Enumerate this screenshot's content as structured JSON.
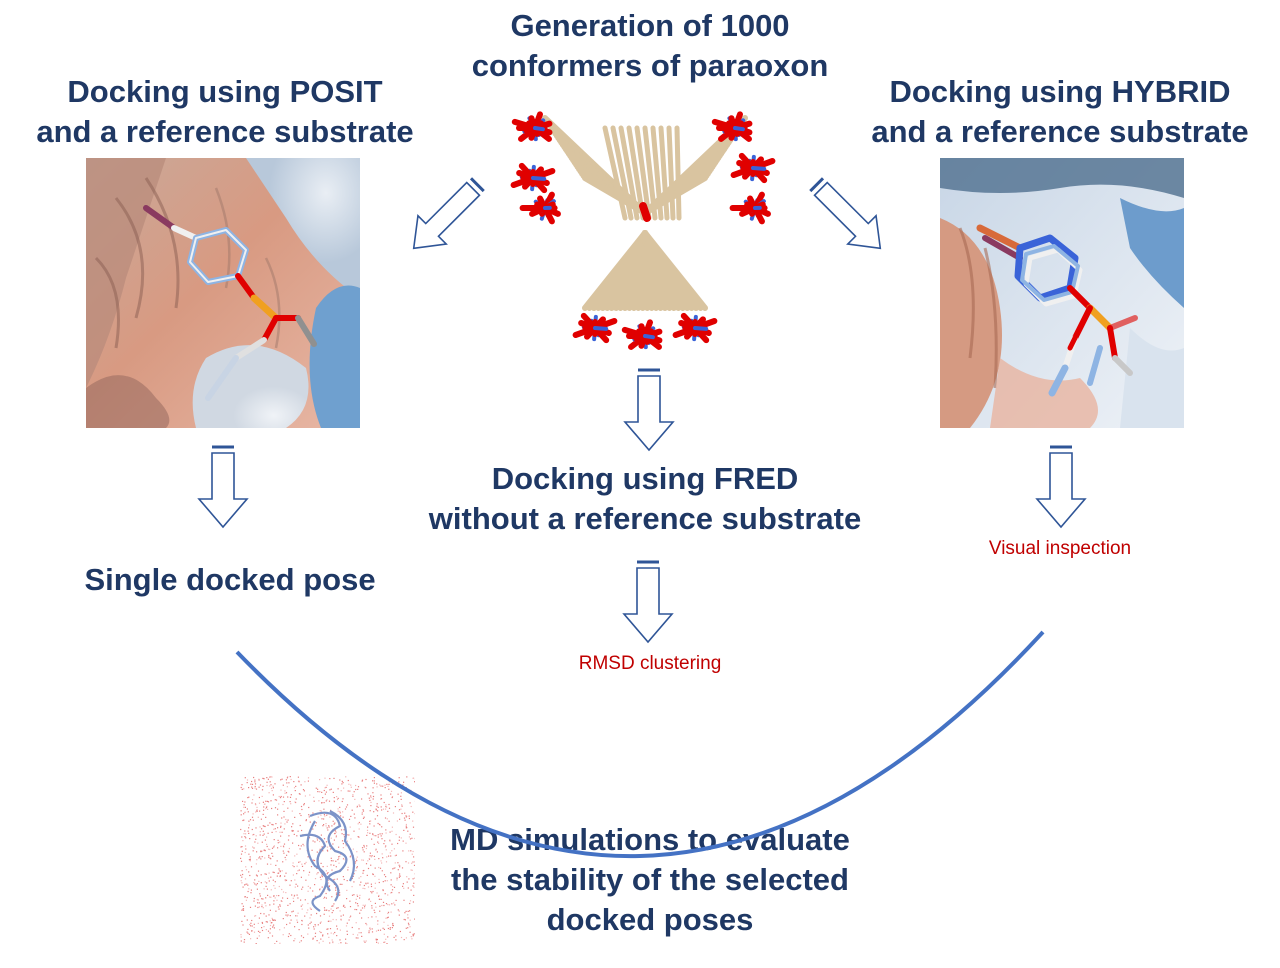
{
  "top": {
    "title": "Generation of 1000\nconformers of paraoxon"
  },
  "left_branch": {
    "title": "Docking using POSIT\nand a reference substrate",
    "result": "Single docked pose"
  },
  "center_branch": {
    "title": "Docking using FRED\nwithout a reference substrate",
    "note": "RMSD clustering"
  },
  "right_branch": {
    "title": "Docking using HYBRID\nand a reference substrate",
    "note": "Visual inspection"
  },
  "bottom": {
    "title": "MD simulations to evaluate\nthe stability of the selected\ndocked poses"
  },
  "colors": {
    "title": "#1f3864",
    "note": "#c00000",
    "arrow_stroke": "#2f5597",
    "arc": "#4472c4",
    "surface_warm": "#d9907a",
    "surface_cool": "#9dc3e6",
    "ligand_tan": "#d9c4a0",
    "oxygen": "#e00000",
    "nitrogen": "#3a63d8",
    "phosphorus": "#f0a020"
  }
}
